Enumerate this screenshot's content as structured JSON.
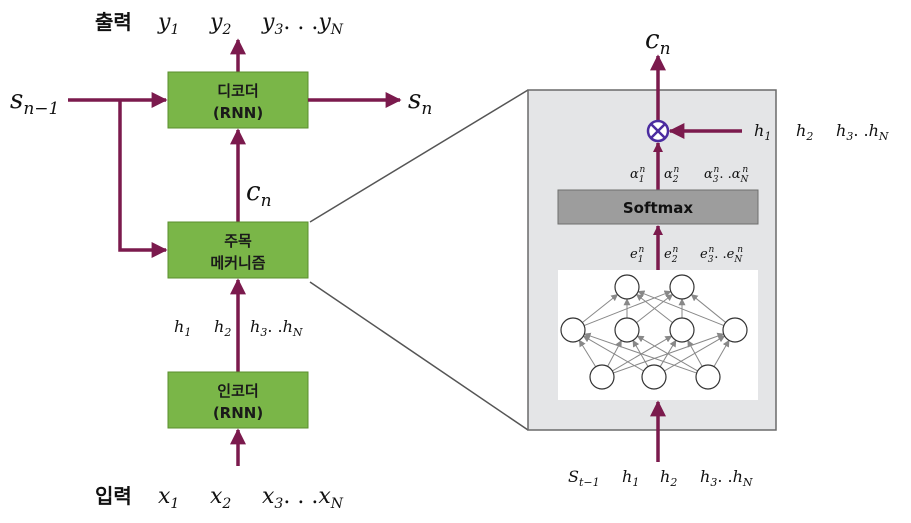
{
  "left": {
    "output_label": "출력",
    "output_vars": [
      "y",
      "y",
      "y",
      "y"
    ],
    "output_subs": [
      "1",
      "2",
      "3",
      "N"
    ],
    "input_label": "입력",
    "input_vars": [
      "x",
      "x",
      "x",
      "x"
    ],
    "input_subs": [
      "1",
      "2",
      "3",
      "N"
    ],
    "decoder": {
      "line1": "디코더",
      "line2": "(RNN)"
    },
    "attention": {
      "line1": "주목",
      "line2": "메커니즘"
    },
    "encoder": {
      "line1": "인코더",
      "line2": "(RNN)"
    },
    "s_prev": {
      "base": "s",
      "sub": "n−1"
    },
    "s_next": {
      "base": "s",
      "sub": "n"
    },
    "context": {
      "base": "c",
      "sub": "n"
    },
    "hidden": {
      "base": "h",
      "subs": [
        "1",
        "2",
        "3",
        "N"
      ]
    },
    "ellipsis_long": ". . .",
    "ellipsis_short": ". ."
  },
  "right": {
    "context": {
      "base": "c",
      "sub": "n"
    },
    "softmax_label": "Softmax",
    "alpha": {
      "base": "α",
      "sup": "n",
      "subs": [
        "1",
        "2",
        "3",
        "N"
      ]
    },
    "energy": {
      "base": "e",
      "sup": "n",
      "subs": [
        "1",
        "2",
        "3",
        "N"
      ]
    },
    "hidden": {
      "base": "h",
      "subs": [
        "1",
        "2",
        "3",
        "N"
      ]
    },
    "state": {
      "base": "S",
      "sub": "t−1"
    },
    "ellipsis_short": ". ."
  },
  "colors": {
    "arrow": "#7b1a4d",
    "box_fill": "#7ab648",
    "box_stroke": "#5a8f2e",
    "panel_fill": "#e4e5e7",
    "softmax_fill": "#9d9d9d",
    "multiply_stroke": "#4b2ca0"
  }
}
